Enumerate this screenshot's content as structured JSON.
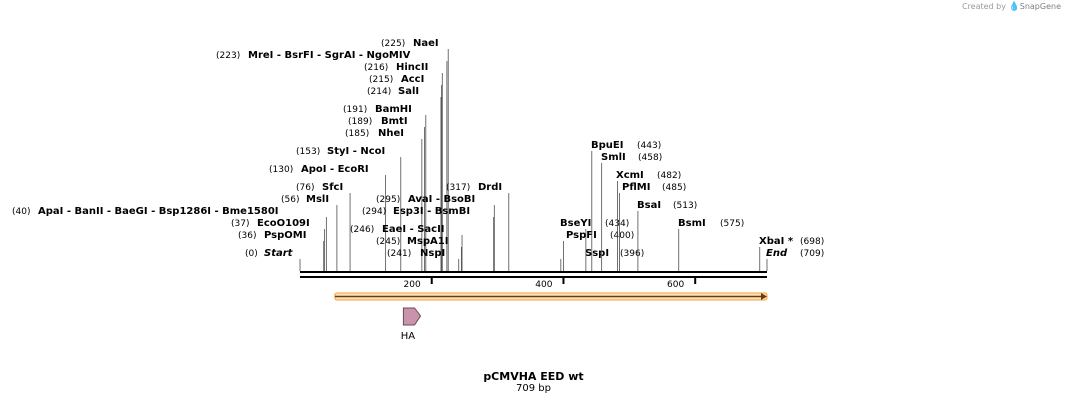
{
  "credit": {
    "prefix": "Created by",
    "brand": "SnapGene"
  },
  "map": {
    "title": "pCMVHA EED wt",
    "length_label": "709 bp",
    "length": 709,
    "ticks": [
      {
        "value": 200,
        "label": "200"
      },
      {
        "value": 400,
        "label": "400"
      },
      {
        "value": 600,
        "label": "600"
      }
    ],
    "feature": {
      "name": "HA",
      "start": 157,
      "end": 183,
      "color": "#c993ab"
    },
    "orf": {
      "start": 53,
      "end": 709,
      "color": "#f2a23a"
    },
    "sites": [
      {
        "pos": 0,
        "label": "Start",
        "style": "em",
        "pos_text": "(0)"
      },
      {
        "pos": 36,
        "label": "PspOMI",
        "pos_text": "(36)"
      },
      {
        "pos": 37,
        "label": "EcoO109I",
        "pos_text": "(37)"
      },
      {
        "pos": 40,
        "label": "ApaI  - BanII  - BaeGI  - Bsp1286I  - Bme1580I",
        "pos_text": "(40)"
      },
      {
        "pos": 56,
        "label": "MslI",
        "pos_text": "(56)"
      },
      {
        "pos": 76,
        "label": "SfcI",
        "pos_text": "(76)"
      },
      {
        "pos": 130,
        "label": "ApoI  - EcoRI",
        "pos_text": "(130)"
      },
      {
        "pos": 153,
        "label": "StyI  - NcoI",
        "pos_text": "(153)"
      },
      {
        "pos": 185,
        "label": "NheI",
        "pos_text": "(185)"
      },
      {
        "pos": 189,
        "label": "BmtI",
        "pos_text": "(189)"
      },
      {
        "pos": 191,
        "label": "BamHI",
        "pos_text": "(191)"
      },
      {
        "pos": 214,
        "label": "SalI",
        "pos_text": "(214)"
      },
      {
        "pos": 215,
        "label": "AccI",
        "pos_text": "(215)"
      },
      {
        "pos": 216,
        "label": "HincII",
        "pos_text": "(216)"
      },
      {
        "pos": 223,
        "label": "MreI  - BsrFI  - SgrAI  - NgoMIV",
        "pos_text": "(223)"
      },
      {
        "pos": 225,
        "label": "NaeI",
        "pos_text": "(225)"
      },
      {
        "pos": 241,
        "label": "NspI",
        "pos_text": "(241)"
      },
      {
        "pos": 245,
        "label": "MspA1I",
        "pos_text": "(245)"
      },
      {
        "pos": 246,
        "label": "EaeI  - SacII",
        "pos_text": "(246)"
      },
      {
        "pos": 294,
        "label": "Esp3I  - BsmBI",
        "pos_text": "(294)"
      },
      {
        "pos": 295,
        "label": "AvaI  - BsoBI",
        "pos_text": "(295)"
      },
      {
        "pos": 317,
        "label": "DrdI",
        "pos_text": "(317)"
      },
      {
        "pos": 396,
        "label": "SspI",
        "pos_text": "(396)"
      },
      {
        "pos": 400,
        "label": "PspFI",
        "pos_text": "(400)"
      },
      {
        "pos": 434,
        "label": "BseYI",
        "pos_text": "(434)"
      },
      {
        "pos": 443,
        "label": "BpuEI",
        "pos_text": "(443)"
      },
      {
        "pos": 458,
        "label": "SmlI",
        "pos_text": "(458)"
      },
      {
        "pos": 482,
        "label": "XcmI",
        "pos_text": "(482)"
      },
      {
        "pos": 485,
        "label": "PflMI",
        "pos_text": "(485)"
      },
      {
        "pos": 513,
        "label": "BsaI",
        "pos_text": "(513)"
      },
      {
        "pos": 575,
        "label": "BsmI",
        "pos_text": "(575)"
      },
      {
        "pos": 698,
        "label": "XbaI *",
        "pos_text": "(698)"
      },
      {
        "pos": 709,
        "label": "End",
        "style": "em",
        "pos_text": "(709)"
      }
    ]
  }
}
